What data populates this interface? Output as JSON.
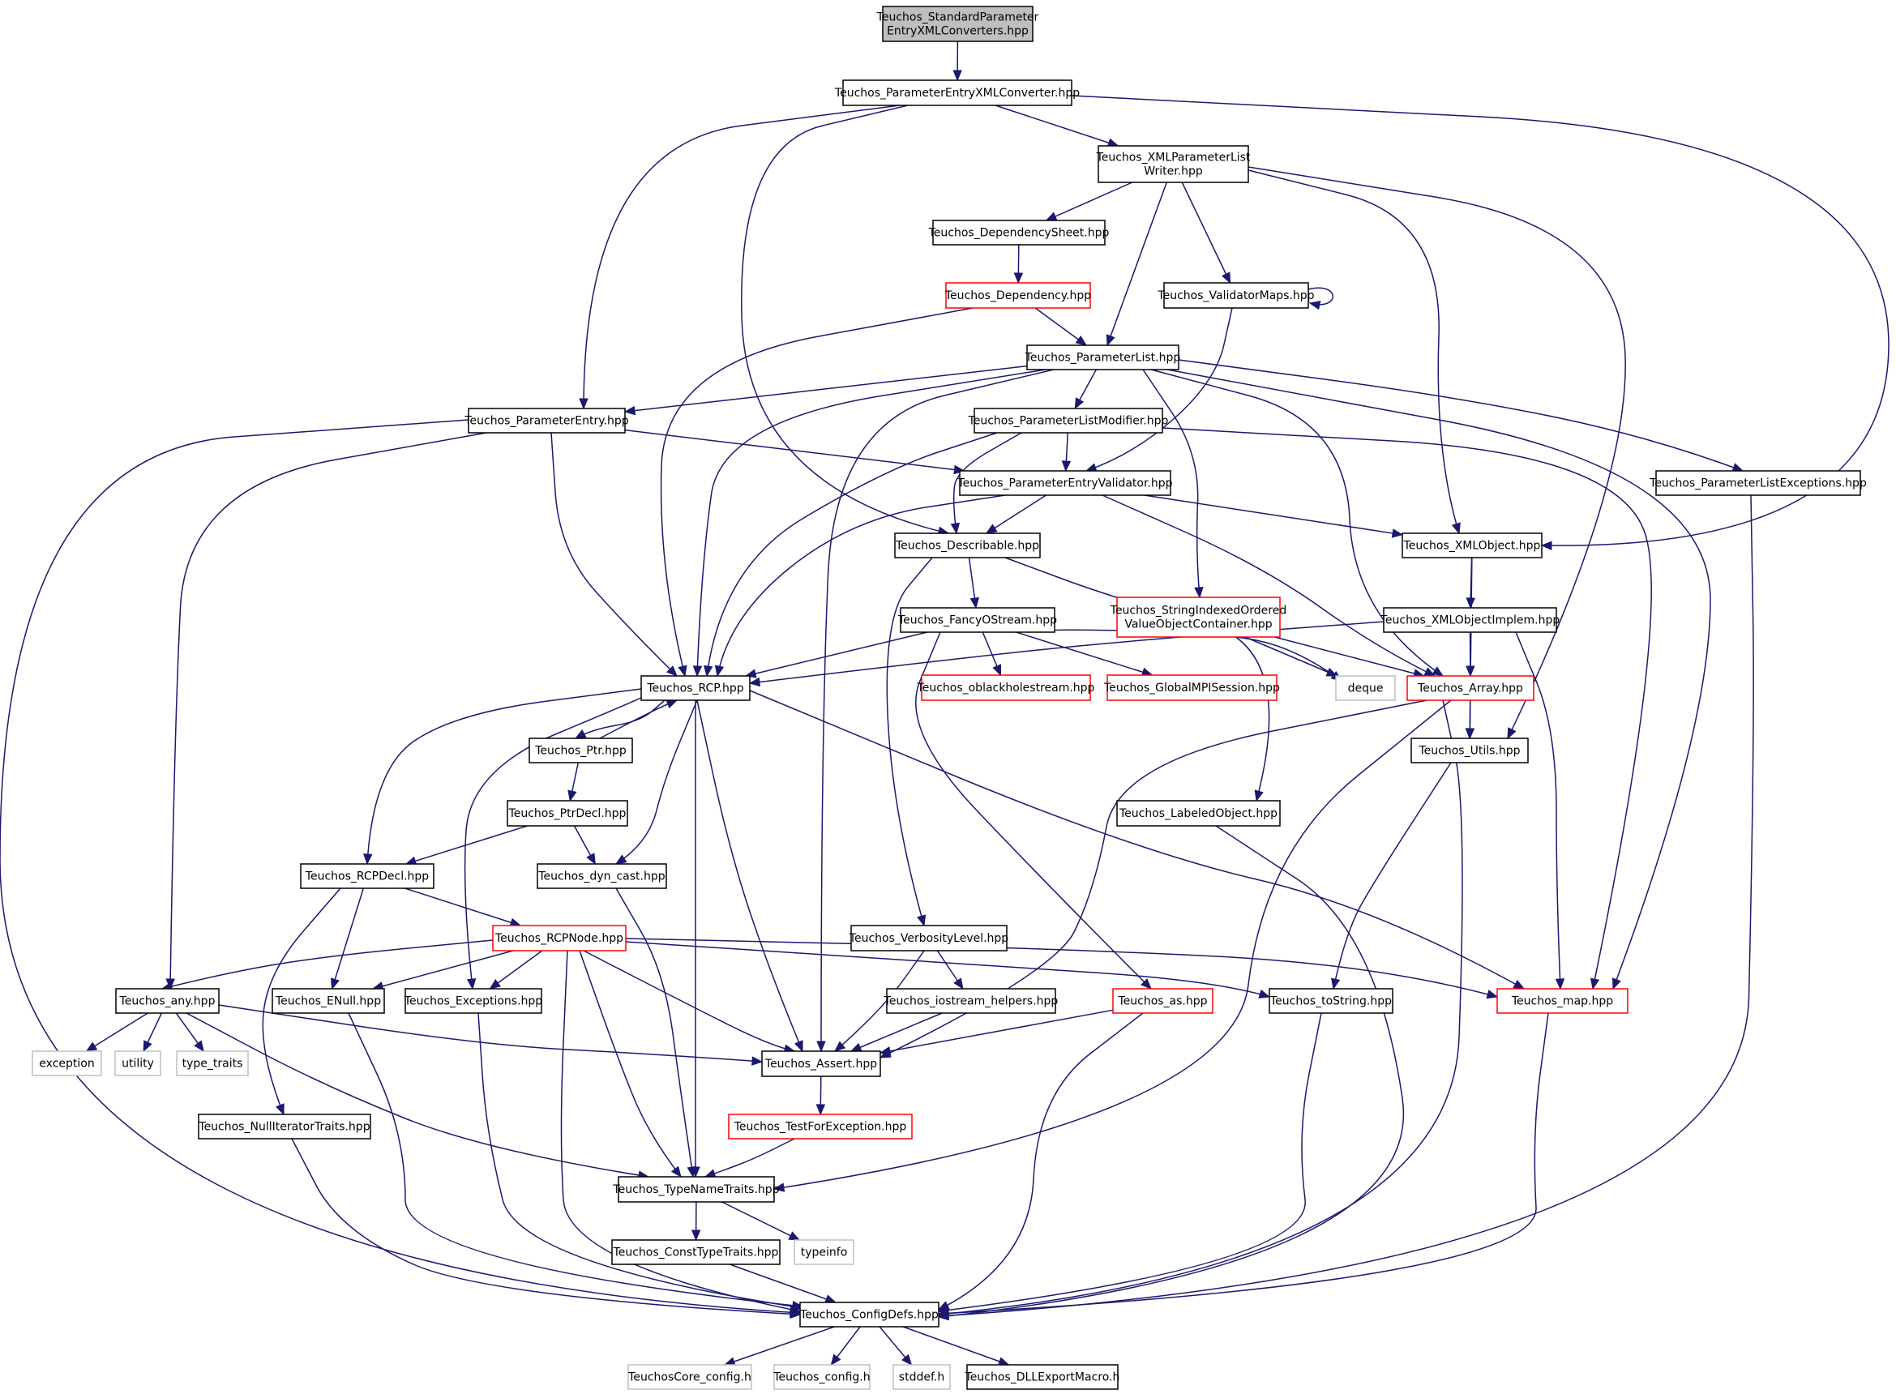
{
  "nodes": [
    {
      "id": "root",
      "lines": [
        "Teuchos_StandardParameter",
        "EntryXMLConverters.hpp"
      ],
      "kind": "root"
    },
    {
      "id": "pexc",
      "lines": [
        "Teuchos_ParameterEntryXMLConverter.hpp"
      ],
      "kind": "normal"
    },
    {
      "id": "xmlw",
      "lines": [
        "Teuchos_XMLParameterList",
        "Writer.hpp"
      ],
      "kind": "normal"
    },
    {
      "id": "dsheet",
      "lines": [
        "Teuchos_DependencySheet.hpp"
      ],
      "kind": "normal"
    },
    {
      "id": "dep",
      "lines": [
        "Teuchos_Dependency.hpp"
      ],
      "kind": "red"
    },
    {
      "id": "vmaps",
      "lines": [
        "Teuchos_ValidatorMaps.hpp"
      ],
      "kind": "normal"
    },
    {
      "id": "plist",
      "lines": [
        "Teuchos_ParameterList.hpp"
      ],
      "kind": "normal"
    },
    {
      "id": "pentry",
      "lines": [
        "Teuchos_ParameterEntry.hpp"
      ],
      "kind": "normal"
    },
    {
      "id": "plmod",
      "lines": [
        "Teuchos_ParameterListModifier.hpp"
      ],
      "kind": "normal"
    },
    {
      "id": "pev",
      "lines": [
        "Teuchos_ParameterEntryValidator.hpp"
      ],
      "kind": "normal"
    },
    {
      "id": "plexc",
      "lines": [
        "Teuchos_ParameterListExceptions.hpp"
      ],
      "kind": "normal"
    },
    {
      "id": "desc",
      "lines": [
        "Teuchos_Describable.hpp"
      ],
      "kind": "normal"
    },
    {
      "id": "xmlobj",
      "lines": [
        "Teuchos_XMLObject.hpp"
      ],
      "kind": "normal"
    },
    {
      "id": "fos",
      "lines": [
        "Teuchos_FancyOStream.hpp"
      ],
      "kind": "normal"
    },
    {
      "id": "sioc",
      "lines": [
        "Teuchos_StringIndexedOrdered",
        "ValueObjectContainer.hpp"
      ],
      "kind": "red"
    },
    {
      "id": "xmlimpl",
      "lines": [
        "Teuchos_XMLObjectImplem.hpp"
      ],
      "kind": "normal"
    },
    {
      "id": "rcp",
      "lines": [
        "Teuchos_RCP.hpp"
      ],
      "kind": "normal"
    },
    {
      "id": "obh",
      "lines": [
        "Teuchos_oblackholestream.hpp"
      ],
      "kind": "red"
    },
    {
      "id": "gmpi",
      "lines": [
        "Teuchos_GlobalMPISession.hpp"
      ],
      "kind": "red"
    },
    {
      "id": "deque",
      "lines": [
        "deque"
      ],
      "kind": "gray"
    },
    {
      "id": "array",
      "lines": [
        "Teuchos_Array.hpp"
      ],
      "kind": "red"
    },
    {
      "id": "ptr",
      "lines": [
        "Teuchos_Ptr.hpp"
      ],
      "kind": "normal"
    },
    {
      "id": "utils",
      "lines": [
        "Teuchos_Utils.hpp"
      ],
      "kind": "normal"
    },
    {
      "id": "ptrdecl",
      "lines": [
        "Teuchos_PtrDecl.hpp"
      ],
      "kind": "normal"
    },
    {
      "id": "labeled",
      "lines": [
        "Teuchos_LabeledObject.hpp"
      ],
      "kind": "normal"
    },
    {
      "id": "rcpdecl",
      "lines": [
        "Teuchos_RCPDecl.hpp"
      ],
      "kind": "normal"
    },
    {
      "id": "dyncast",
      "lines": [
        "Teuchos_dyn_cast.hpp"
      ],
      "kind": "normal"
    },
    {
      "id": "rcpnode",
      "lines": [
        "Teuchos_RCPNode.hpp"
      ],
      "kind": "red"
    },
    {
      "id": "verb",
      "lines": [
        "Teuchos_VerbosityLevel.hpp"
      ],
      "kind": "normal"
    },
    {
      "id": "any",
      "lines": [
        "Teuchos_any.hpp"
      ],
      "kind": "normal"
    },
    {
      "id": "enull",
      "lines": [
        "Teuchos_ENull.hpp"
      ],
      "kind": "normal"
    },
    {
      "id": "exceptions",
      "lines": [
        "Teuchos_Exceptions.hpp"
      ],
      "kind": "normal"
    },
    {
      "id": "iosh",
      "lines": [
        "Teuchos_iostream_helpers.hpp"
      ],
      "kind": "normal"
    },
    {
      "id": "as",
      "lines": [
        "Teuchos_as.hpp"
      ],
      "kind": "red"
    },
    {
      "id": "tostring",
      "lines": [
        "Teuchos_toString.hpp"
      ],
      "kind": "normal"
    },
    {
      "id": "map",
      "lines": [
        "Teuchos_map.hpp"
      ],
      "kind": "red"
    },
    {
      "id": "exception",
      "lines": [
        "exception"
      ],
      "kind": "gray"
    },
    {
      "id": "utility",
      "lines": [
        "utility"
      ],
      "kind": "gray"
    },
    {
      "id": "typetraits",
      "lines": [
        "type_traits"
      ],
      "kind": "gray"
    },
    {
      "id": "assert",
      "lines": [
        "Teuchos_Assert.hpp"
      ],
      "kind": "normal"
    },
    {
      "id": "tfe",
      "lines": [
        "Teuchos_TestForException.hpp"
      ],
      "kind": "red"
    },
    {
      "id": "nullit",
      "lines": [
        "Teuchos_NullIteratorTraits.hpp"
      ],
      "kind": "normal"
    },
    {
      "id": "tnt",
      "lines": [
        "Teuchos_TypeNameTraits.hpp"
      ],
      "kind": "normal"
    },
    {
      "id": "ctt",
      "lines": [
        "Teuchos_ConstTypeTraits.hpp"
      ],
      "kind": "normal"
    },
    {
      "id": "typeinfo",
      "lines": [
        "typeinfo"
      ],
      "kind": "gray"
    },
    {
      "id": "config",
      "lines": [
        "Teuchos_ConfigDefs.hpp"
      ],
      "kind": "normal"
    },
    {
      "id": "coreconfig",
      "lines": [
        "TeuchosCore_config.h"
      ],
      "kind": "gray"
    },
    {
      "id": "tconfig",
      "lines": [
        "Teuchos_config.h"
      ],
      "kind": "gray"
    },
    {
      "id": "stddef",
      "lines": [
        "stddef.h"
      ],
      "kind": "gray"
    },
    {
      "id": "dll",
      "lines": [
        "Teuchos_DLLExportMacro.h"
      ],
      "kind": "normal"
    }
  ],
  "edges": [
    [
      "root",
      "pexc"
    ],
    [
      "pexc",
      "xmlw"
    ],
    [
      "pexc",
      "pentry"
    ],
    [
      "pexc",
      "desc"
    ],
    [
      "pexc",
      "xmlobj"
    ],
    [
      "xmlw",
      "dsheet"
    ],
    [
      "xmlw",
      "vmaps"
    ],
    [
      "xmlw",
      "plist"
    ],
    [
      "xmlw",
      "xmlobj"
    ],
    [
      "xmlw",
      "utils"
    ],
    [
      "dsheet",
      "dep"
    ],
    [
      "dep",
      "plist"
    ],
    [
      "dep",
      "rcp"
    ],
    [
      "vmaps",
      "vmaps"
    ],
    [
      "vmaps",
      "pev"
    ],
    [
      "plist",
      "pentry"
    ],
    [
      "plist",
      "plmod"
    ],
    [
      "plist",
      "plexc"
    ],
    [
      "plist",
      "sioc"
    ],
    [
      "plist",
      "rcp"
    ],
    [
      "plist",
      "assert"
    ],
    [
      "plist",
      "array"
    ],
    [
      "plist",
      "map"
    ],
    [
      "pentry",
      "pev"
    ],
    [
      "pentry",
      "rcp"
    ],
    [
      "pentry",
      "any"
    ],
    [
      "pentry",
      "config"
    ],
    [
      "plmod",
      "pev"
    ],
    [
      "plmod",
      "desc"
    ],
    [
      "plmod",
      "rcp"
    ],
    [
      "plmod",
      "map"
    ],
    [
      "pev",
      "desc"
    ],
    [
      "pev",
      "xmlobj"
    ],
    [
      "pev",
      "rcp"
    ],
    [
      "pev",
      "array"
    ],
    [
      "plexc",
      "config"
    ],
    [
      "desc",
      "fos"
    ],
    [
      "desc",
      "labeled"
    ],
    [
      "desc",
      "verb"
    ],
    [
      "xmlobj",
      "xmlimpl"
    ],
    [
      "xmlobj",
      "utils"
    ],
    [
      "fos",
      "rcp"
    ],
    [
      "fos",
      "obh"
    ],
    [
      "fos",
      "gmpi"
    ],
    [
      "fos",
      "deque"
    ],
    [
      "fos",
      "as"
    ],
    [
      "sioc",
      "array"
    ],
    [
      "sioc",
      "deque"
    ],
    [
      "xmlimpl",
      "rcp"
    ],
    [
      "xmlimpl",
      "array"
    ],
    [
      "xmlimpl",
      "map"
    ],
    [
      "array",
      "utils"
    ],
    [
      "array",
      "assert"
    ],
    [
      "array",
      "tnt"
    ],
    [
      "array",
      "config"
    ],
    [
      "rcp",
      "ptr"
    ],
    [
      "rcp",
      "rcpdecl"
    ],
    [
      "rcp",
      "dyncast"
    ],
    [
      "rcp",
      "exceptions"
    ],
    [
      "rcp",
      "assert"
    ],
    [
      "rcp",
      "tnt"
    ],
    [
      "rcp",
      "map"
    ],
    [
      "ptr",
      "rcp"
    ],
    [
      "ptr",
      "ptrdecl"
    ],
    [
      "ptrdecl",
      "rcpdecl"
    ],
    [
      "ptrdecl",
      "dyncast"
    ],
    [
      "utils",
      "tostring"
    ],
    [
      "labeled",
      "config"
    ],
    [
      "rcpdecl",
      "rcpnode"
    ],
    [
      "rcpdecl",
      "enull"
    ],
    [
      "rcpdecl",
      "nullit"
    ],
    [
      "dyncast",
      "tnt"
    ],
    [
      "rcpnode",
      "any"
    ],
    [
      "rcpnode",
      "enull"
    ],
    [
      "rcpnode",
      "exceptions"
    ],
    [
      "rcpnode",
      "assert"
    ],
    [
      "rcpnode",
      "tnt"
    ],
    [
      "rcpnode",
      "tostring"
    ],
    [
      "rcpnode",
      "map"
    ],
    [
      "rcpnode",
      "config"
    ],
    [
      "verb",
      "iosh"
    ],
    [
      "verb",
      "assert"
    ],
    [
      "any",
      "exception"
    ],
    [
      "any",
      "utility"
    ],
    [
      "any",
      "typetraits"
    ],
    [
      "any",
      "assert"
    ],
    [
      "any",
      "tnt"
    ],
    [
      "enull",
      "config"
    ],
    [
      "exceptions",
      "config"
    ],
    [
      "iosh",
      "assert"
    ],
    [
      "as",
      "assert"
    ],
    [
      "as",
      "config"
    ],
    [
      "tostring",
      "config"
    ],
    [
      "map",
      "config"
    ],
    [
      "assert",
      "tfe"
    ],
    [
      "tfe",
      "tnt"
    ],
    [
      "nullit",
      "config"
    ],
    [
      "tnt",
      "ctt"
    ],
    [
      "tnt",
      "typeinfo"
    ],
    [
      "ctt",
      "config"
    ],
    [
      "config",
      "coreconfig"
    ],
    [
      "config",
      "tconfig"
    ],
    [
      "config",
      "stddef"
    ],
    [
      "config",
      "dll"
    ]
  ],
  "colors": {
    "edge": "#191970",
    "normal_border": "#000000",
    "red_border": "#ff0000",
    "gray_border": "#bfbfbf",
    "root_fill": "#bfbfbf",
    "fill": "#ffffff"
  }
}
